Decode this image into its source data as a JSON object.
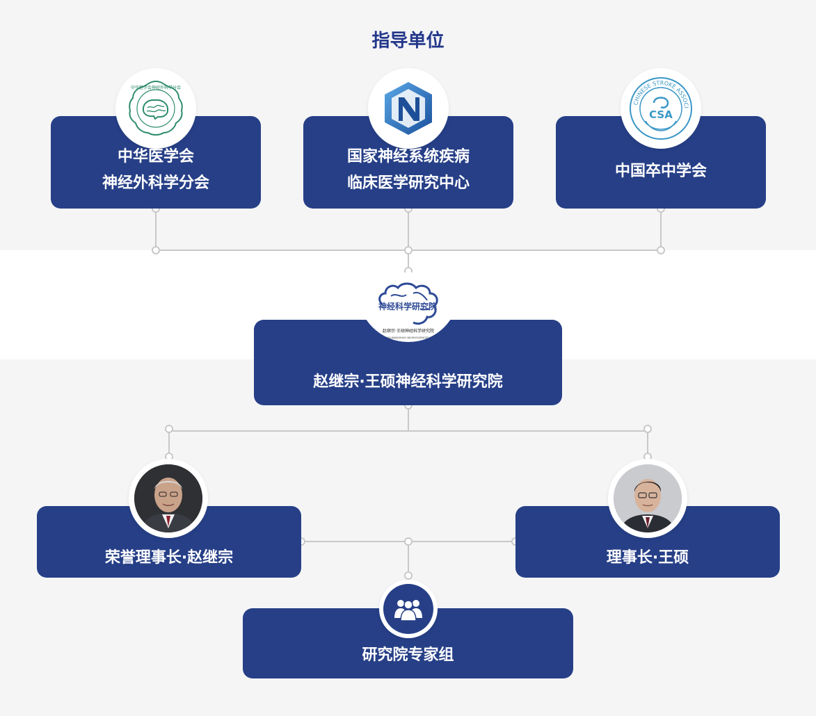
{
  "page_title": "指导单位",
  "sponsors": [
    {
      "line1": "中华医学会",
      "line2": "神经外科学分会",
      "logo": "cma-neurosurgery-seal"
    },
    {
      "line1": "国家神经系统疾病",
      "line2": "临床医学研究中心",
      "logo": "national-neuro-center-logo"
    },
    {
      "line1": "中国卒中学会",
      "line2": "",
      "logo": "csa-stroke-association-seal"
    }
  ],
  "institute": {
    "name": "赵继宗·王硕神经科学研究院",
    "logo_title": "神经科学研究院",
    "logo_sub_cn": "赵继宗·王硕神经科学研究院",
    "logo_sub_en": "ZHAOJIZONG-WANGSHUO NEUROSCIENCES INSTITUTE"
  },
  "leaders": [
    {
      "label": "荣誉理事长·赵继宗",
      "photo": "portrait-honorary-chairman"
    },
    {
      "label": "理事长·王硕",
      "photo": "portrait-chairman"
    }
  ],
  "expert_group": {
    "label": "研究院专家组",
    "icon": "group-people-icon"
  },
  "seal_texts": {
    "cma": "中华医学会神经外科学分会",
    "csa_ring": "CHINESE STROKE ASSOCIATION",
    "csa_center": "CSA"
  },
  "colors": {
    "box": "#263f87",
    "title": "#23388a",
    "line": "#c8c8ca",
    "band": "#ffffff",
    "background": "#f5f5f6"
  }
}
